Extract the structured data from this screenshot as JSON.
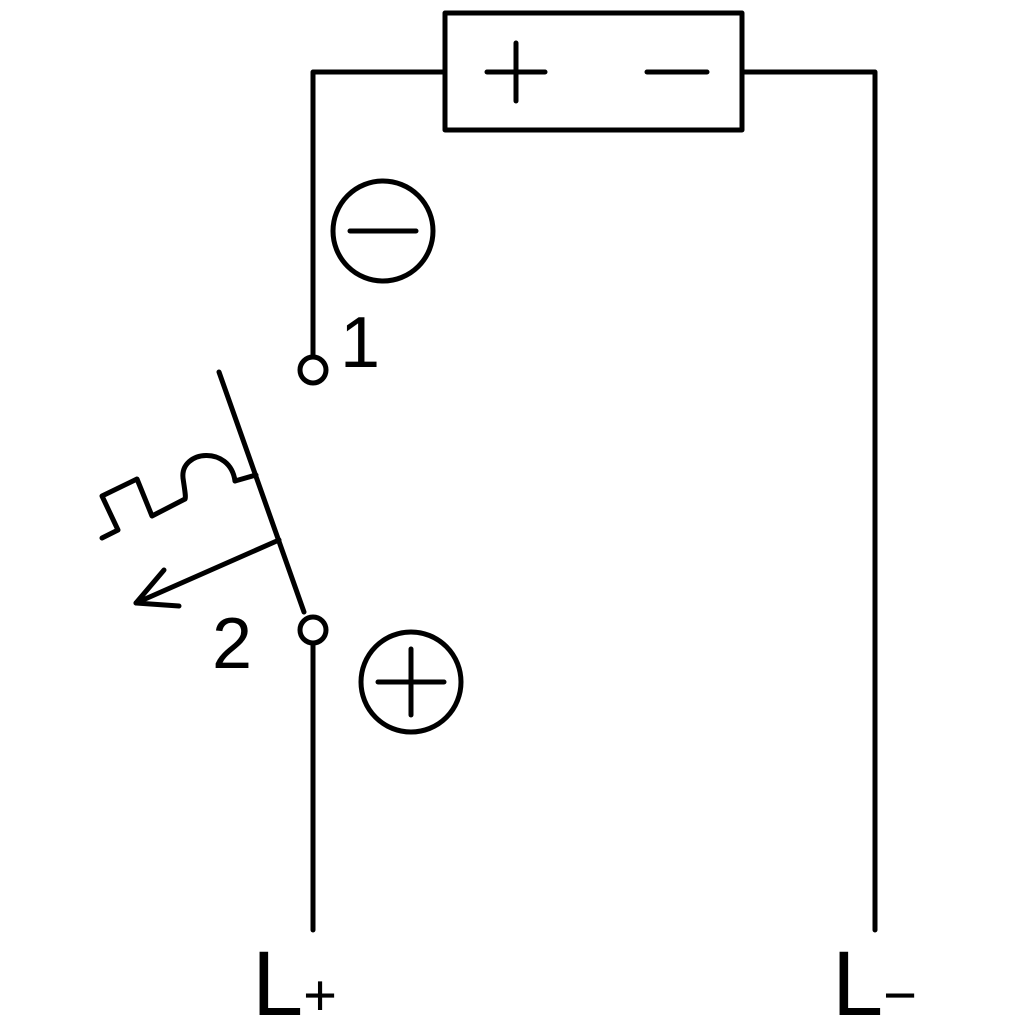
{
  "labels": {
    "terminal_1": "1",
    "terminal_2": "2",
    "supply_positive_L": "L",
    "supply_positive_sign": "+",
    "supply_negative_L": "L",
    "supply_negative_sign": "−"
  },
  "colors": {
    "stroke": "#000000",
    "background": "#ffffff"
  }
}
